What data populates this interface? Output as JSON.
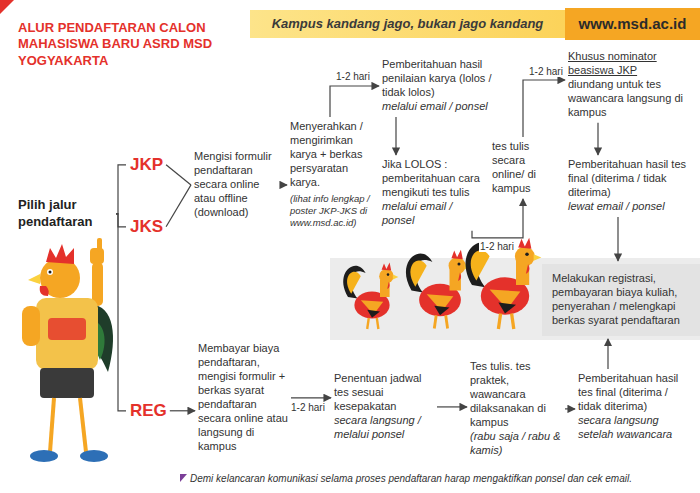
{
  "diagram": {
    "title": "ALUR PENDAFTARAN CALON MAHASISWA BARU ASRD MSD YOGYAKARTA",
    "nodes": [
      {
        "text": [
          "Kampus kandang jago, bukan jago kandang"
        ]
      },
      {
        "text": [
          "www.msd.ac.id"
        ]
      },
      {
        "text": [
          "Pilih jalur pendaftaran"
        ]
      },
      {
        "text": [
          "JKP"
        ]
      },
      {
        "text": [
          "JKS"
        ]
      },
      {
        "text": [
          "REG"
        ]
      },
      {
        "text": [
          "Mengisi formulir pendaftaran secara online atau offline (download)"
        ]
      },
      {
        "text": [
          "Menyerahkan / mengirimkan karya + berkas persyaratan karya.",
          "(lihat info lengkap / poster JKP-JKS di www.msd.ac.id)"
        ]
      },
      {
        "text": [
          "Pemberitahuan hasil penilaian karya (lolos / tidak lolos)",
          "melalui email / ponsel"
        ]
      },
      {
        "text": [
          "Jika LOLOS : pemberitahuan cara mengikuti tes tulis",
          "melalui email / ponsel"
        ]
      },
      {
        "text": [
          "tes tulis secara online/ di kampus"
        ]
      },
      {
        "text": [
          "Khusus nominator beasiswa JKP",
          "diundang untuk tes wawancara langsung di kampus"
        ]
      },
      {
        "text": [
          "Pemberitahuan hasil tes final (diterima / tidak diterima)",
          "lewat email / ponsel"
        ]
      },
      {
        "text": [
          "Melakukan registrasi, pembayaran biaya kuliah, penyerahan / melengkapi berkas syarat pendaftaran"
        ]
      },
      {
        "text": [
          "Membayar biaya pendaftaran, mengisi formulir + berkas syarat pendaftaran secara online atau langsung di kampus"
        ]
      },
      {
        "text": [
          "Penentuan jadwal tes sesuai kesepakatan",
          "secara langsung / melalui ponsel"
        ]
      },
      {
        "text": [
          "Tes tulis. tes praktek, wawancara dilaksanakan di kampus",
          "(rabu saja / rabu & kamis)"
        ]
      },
      {
        "text": [
          "Pemberitahuan hasil tes final (diterima / tidak diterima)",
          "secara langsung setelah wawancara"
        ]
      }
    ],
    "edges": [
      {
        "from": 2,
        "to": 3,
        "arrow": "none"
      },
      {
        "from": 2,
        "to": 4,
        "arrow": "none"
      },
      {
        "from": 2,
        "to": 5,
        "arrow": "none"
      },
      {
        "from": 3,
        "to": 6,
        "arrow": "none"
      },
      {
        "from": 4,
        "to": 6,
        "arrow": "none"
      },
      {
        "from": 6,
        "to": 7,
        "arrow": "to"
      },
      {
        "from": 7,
        "to": 8,
        "label": "1-2 hari",
        "arrow": "to"
      },
      {
        "from": 8,
        "to": 9,
        "arrow": "to"
      },
      {
        "from": 9,
        "to": 10,
        "label": "1-2 hari",
        "arrow": "to"
      },
      {
        "from": 10,
        "to": 11,
        "label": "1-2 hari",
        "arrow": "to"
      },
      {
        "from": 11,
        "to": 12,
        "arrow": "to"
      },
      {
        "from": 12,
        "to": 13,
        "arrow": "to"
      },
      {
        "from": 5,
        "to": 14,
        "arrow": "to"
      },
      {
        "from": 14,
        "to": 15,
        "label": "1-2 hari",
        "arrow": "to"
      },
      {
        "from": 15,
        "to": 16,
        "arrow": "to"
      },
      {
        "from": 16,
        "to": 17,
        "arrow": "to"
      },
      {
        "from": 17,
        "to": 13,
        "arrow": "to"
      }
    ],
    "labels": [
      "Demi kelancaran komunikasi selama proses pendaftaran harap mengaktifkan ponsel dan cek email."
    ]
  }
}
